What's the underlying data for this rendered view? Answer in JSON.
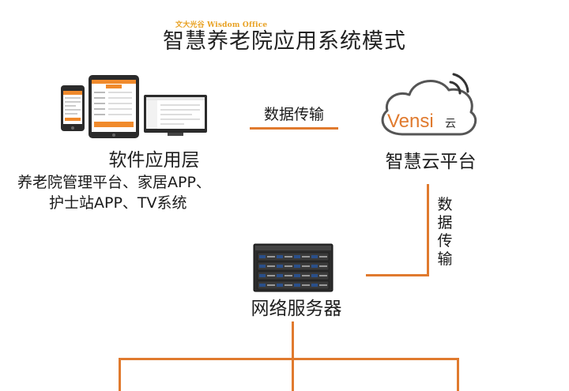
{
  "watermark": "文大光谷 Wisdom Office",
  "title": "智慧养老院应用系统模式",
  "software": {
    "label": "软件应用层",
    "desc_line1": "养老院管理平台、家居APP、",
    "desc_line2": "护士站APP、TV系统"
  },
  "cloud": {
    "brand": "Vensi",
    "brand_suffix": "云",
    "label": "智慧云平台"
  },
  "server": {
    "label": "网络服务器"
  },
  "flow_h": "数据传输",
  "flow_v": [
    "数",
    "据",
    "传",
    "输"
  ],
  "colors": {
    "accent": "#e07a2e",
    "cloud_outline": "#555555",
    "server_blue": "#2a4f8a"
  }
}
